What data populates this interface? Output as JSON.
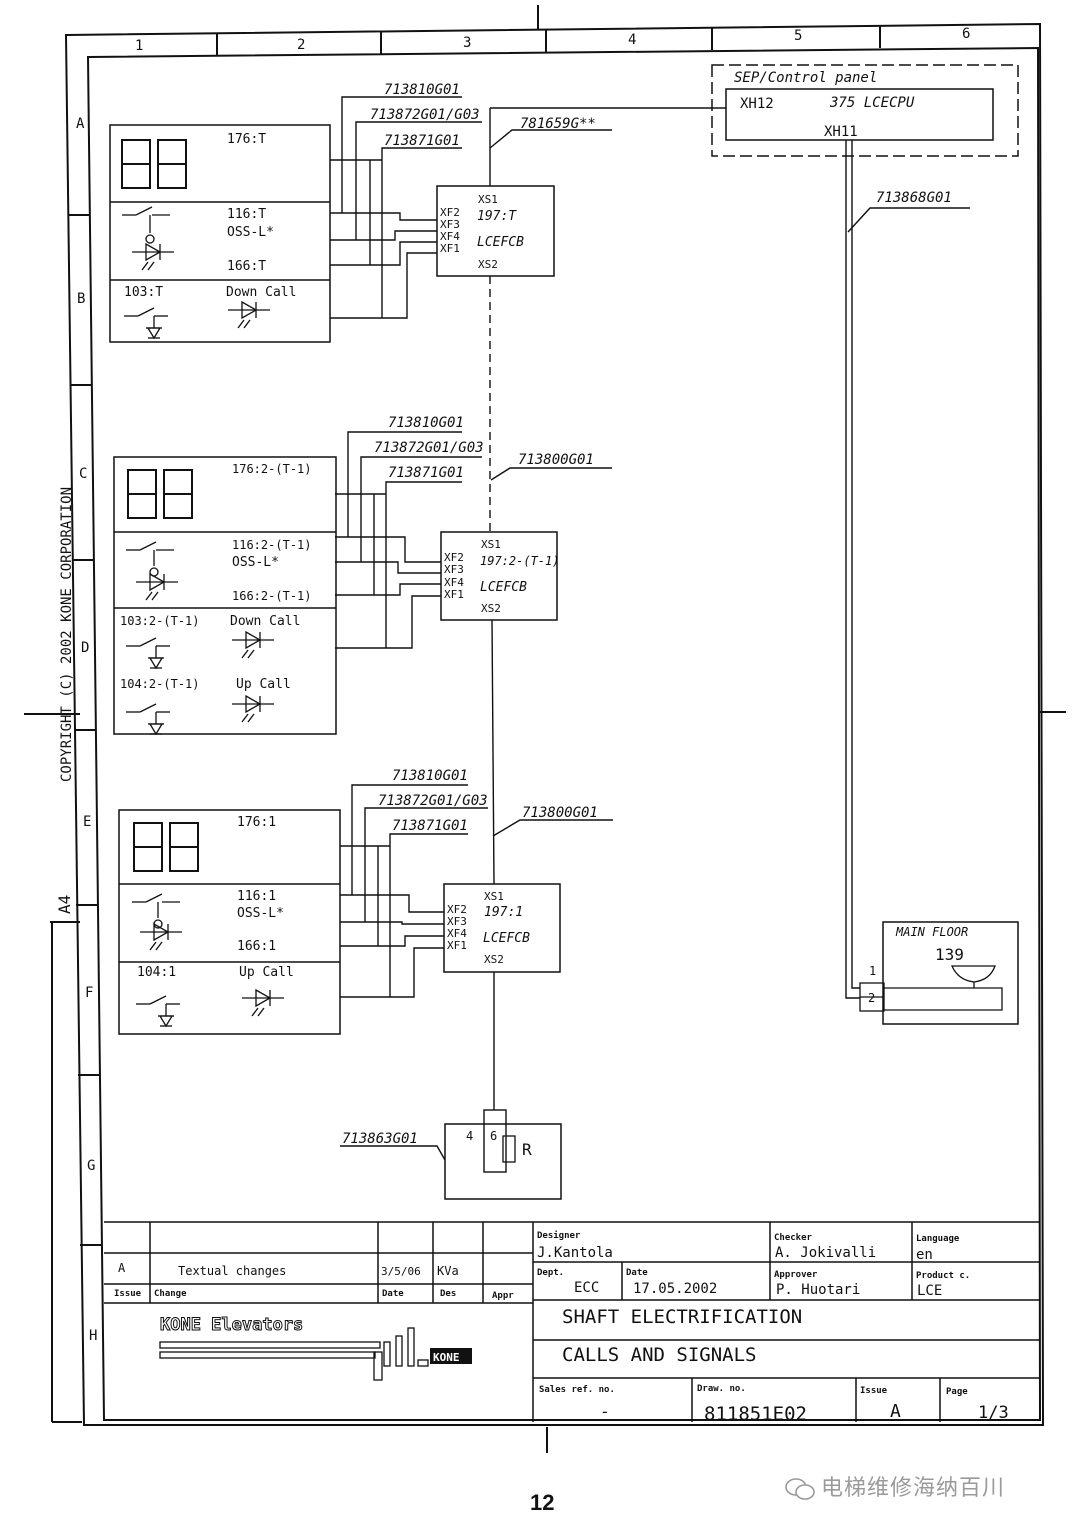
{
  "frame": {
    "columns": [
      "1",
      "2",
      "3",
      "4",
      "5",
      "6"
    ],
    "rows": [
      "A",
      "B",
      "C",
      "D",
      "E",
      "F",
      "G",
      "H"
    ],
    "copyright": "COPYRIGHT (C) 2002 KONE CORPORATION",
    "paper_size": "A4"
  },
  "sep_panel": {
    "title": "SEP/Control panel",
    "xh12": "XH12",
    "cpu": "375 LCECPU",
    "xh11": "XH11"
  },
  "cables": {
    "c810": "713810G01",
    "c872": "713872G01/G03",
    "c871": "713871G01",
    "c659": "781659G**",
    "c868": "713868G01",
    "c800": "713800G01",
    "c863": "713863G01"
  },
  "floor_top": {
    "display": "176:T",
    "lamp": "116:T",
    "oss": "OSS-L*",
    "lamp2": "166:T",
    "button_a": "103:T",
    "call_a": "Down Call",
    "board": "197:T"
  },
  "floor_mid": {
    "display": "176:2-(T-1)",
    "lamp": "116:2-(T-1)",
    "oss": "OSS-L*",
    "lamp2": "166:2-(T-1)",
    "button_a": "103:2-(T-1)",
    "call_a": "Down Call",
    "button_b": "104:2-(T-1)",
    "call_b": "Up Call",
    "board": "197:2-(T-1)"
  },
  "floor_bot": {
    "display": "176:1",
    "lamp": "116:1",
    "oss": "OSS-L*",
    "lamp2": "166:1",
    "button_b": "104:1",
    "call_b": "Up Call",
    "board": "197:1"
  },
  "board_labels": {
    "xs1": "XS1",
    "xs2": "XS2",
    "xf2": "XF2",
    "xf3": "XF3",
    "xf4": "XF4",
    "xf1": "XF1",
    "name": "LCEFCB"
  },
  "main_floor": {
    "title": "MAIN FLOOR",
    "number": "139",
    "pin1": "1",
    "pin2": "2"
  },
  "terminator": {
    "pin4": "4",
    "pin6": "6",
    "r": "R"
  },
  "title_block": {
    "issue": "A",
    "change": "Textual changes",
    "change_date": "3/5/06",
    "change_des": "KVa",
    "h_issue": "Issue",
    "h_change": "Change",
    "h_date": "Date",
    "h_des": "Des",
    "h_appr": "Appr",
    "h_designer": "Designer",
    "designer": "J.Kantola",
    "h_checker": "Checker",
    "checker": "A. Jokivalli",
    "h_language": "Language",
    "language": "en",
    "h_dept": "Dept.",
    "dept": "ECC",
    "h_date2": "Date",
    "date": "17.05.2002",
    "h_approver": "Approver",
    "approver": "P. Huotari",
    "h_product": "Product c.",
    "product": "LCE",
    "company": "KONE Elevators",
    "logo_text": "KONE",
    "title1": "SHAFT ELECTRIFICATION",
    "title2": "CALLS AND SIGNALS",
    "h_sales": "Sales ref. no.",
    "sales": "-",
    "h_draw": "Draw. no.",
    "draw_no": "811851E02",
    "h_issue2": "Issue",
    "issue2": "A",
    "h_page": "Page",
    "page": "1/3"
  },
  "page_number": "12",
  "watermark": "电梯维修海纳百川"
}
